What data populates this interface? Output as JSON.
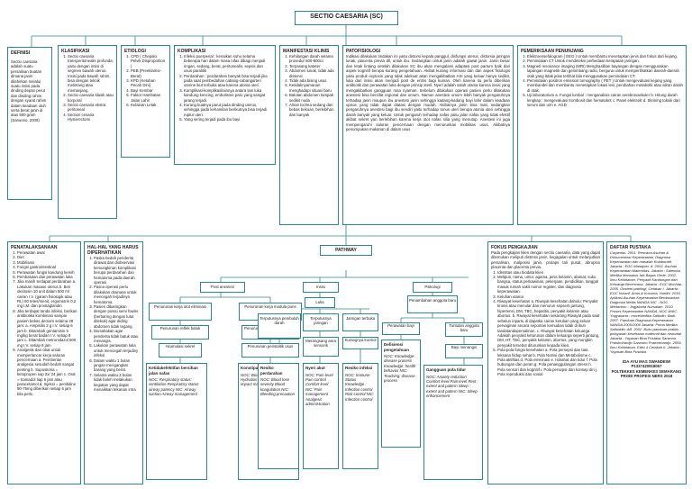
{
  "title": "SECTIO CAESARIA (SC)",
  "definisi": {
    "head": "DEFINISI",
    "text": "Sectio caesaria adalah suatu persalinan buatan dimana janin dilahirkan melalui suatu insisi pada dinding depan perut dan dinding rahim dengan syarat rahim dalam keadaan utuh serta berat janin di atas 500 gram (Sarwono, 2009)"
  },
  "klasifikasi": {
    "head": "KLASIFIKASI",
    "items": [
      "Sectio caesaria transperitonealis profunda; yaitu dengan insisi di segmen bawah uterus. Insisi pada bawah rahim, bisa dengan teknik melintang atau memanjang.",
      "Sectio caesaria klasik atau korporal",
      "Sectio caesaria ekstra peritoneal",
      "Section cesaria Hysterectomi"
    ]
  },
  "etiologi": {
    "head": "ETIOLOGI",
    "items": [
      "CPD ( Chepalo Pelvik Disproportion )",
      "PEB (Preeklamsi-Berat)",
      "KPD (Ketuban Pecah Dini)",
      "Bayi Kembar",
      "Faktor Hambatan Jalan Lahir",
      "Kelainan Letak"
    ]
  },
  "komplikasi": {
    "head": "KOMPLIKASI",
    "items": [
      "Infeksi puerperial : kenaikan suhu selama beberapa hari dalam masa nifas dibagi menjadi ringan, sedang, berat, peritonealis, sepsis dan usus paralitik",
      "Perdarahan : perdarahan banyak bisa terjadi jika pada saat pembedahan cabang-cabangarteri uterine ikut terbuka atau karena atonia uteri.",
      "Komplikasi-komplikasilainnya antara lain luka kandung kencing, embolisme paru yang sangat jarang terjadi.",
      "Kurang kuatnya parut pada dinding uterus, sehingga pada kehamilan berikutnya bisa terjadi ruptur uteri.",
      "Yang sering terjadi pada ibu bayi"
    ]
  },
  "manifestasi": {
    "head": "MANIFESTASI KLINIS",
    "items": [
      "Kehilangan darah selama prosedur 600-800cc",
      "Terpasang kateter",
      "Abdomen lunak, tidak ada distensi",
      "Tidak ada bising usus",
      "Ketidaknyamanan menghadapi situasi baru",
      "Balutan abdomen tampak sedikit noda",
      "Aliran lochea sedang dan bebas bekuan, berlebihan dan banyak"
    ]
  },
  "patofisiologi": {
    "head": "PATOFISIOLOGI",
    "text": "Indikasi dilakukan tindakan ini yaitu distorsi kepala panggul, disfungsi uterus, distorsia jaringan lunak, placenta previa dll, untuk ibu. Sedangkan untuk janin adalah gawat janin. Janin besar dan letak lintang setelah dilakukan SC ibu akan mengalami adaptasi post partum baik dari aspek kognitif berupa kurang pengetahuan. Akibat kurang informasi dan dari aspek fisiologis yaitu produk oxytosin yang tidak adekuat akan mengakibatkan ASI yang keluar hanya sedikit, luka dari insisi akan menjadi post de entris bagi kuman. Oleh karena itu perlu diberikan antibiotik dan perawatan luka dengan prinsip steril. Nyeri adalah salah utama karena insisi yang mengakibatkan gangguan rasa nyaman. Sebelum dilakukan operasi pasien perlu dilakukan anestesi bisa bersifat regional dan umum. Namun anestesi umum lebih banyak pengaruhnya terhadap janin maupun ibu anestesi janin sehingga kadang-kadang bayi lahir dalam keadaan upnoe yang tidak dapat diatasi dengan mudah. Akibatnya janin bisa mati, sedangkan pengaruhnya anestesi bagi ibu sendiri yaitu terhadap tonus uteri berupa atonia uteri sehingga darah banyak yang keluar. Untuk pengaruh terhadap nafas yaitu jalan nafas yang tidak efektif akibat sekret yan berlebihan karena kerja otot nafas silia yang menutup. Anestesi ini juga mempengaruhi saluran pencernaan dengan menurunkan mobilitas usus. Akibatnya penumpukan makanan di dalam usus"
  },
  "penunjang": {
    "head": "PEMERIKSAAN PENUNJANG",
    "items": [
      "Elektroensefalogram ( EEG ) Untuk membantu menetapkan jenis dan fokus dari kejang.",
      "Pemindaian CT Untuk mendeteksi perbedaan kerapatan jaringan.",
      "Magneti resonance imaging (MRI) Menghasilkan bayangan dengan menggunakan lapangan magnetik dan gelombang radio, berguna untuk memperlihatkan daerah-daerah otak yang itdak jelas terlihat bila menggunakan pemindaian CT.",
      "Pemindaian positron emission tomography ( PET ) Untuk mengevaluasi kejang yang membandel dan membantu menetapkan lokasi lesi, perubahan metabolik atau aliran darah di otak.",
      "Uji laboratorium a. Fungsi lumbal : menganalisis cairan serebrovaskuler b. Hitung darah lengkap : mengevaluasi trombosit dan hematokrit c. Panel elektrolit d. Skrining toksik dari serum dan urin e. AGD"
    ]
  },
  "penatalaksanaan": {
    "head": "PENATALAKSANAAN",
    "items": [
      "Perawatan awal",
      "Diet",
      "Mobilisasi",
      "Fungsi gastrointestinal",
      "Perawatan fungsi kandung kemih",
      "Pembalutan dan perawatan luka",
      "Jika masih terdapat perdarahan a. Lakukan masase uterus b. Beri oksitosin 10 unit dalam 500 ml cairan I.V. (garam fisiologik atau RL) 60 tetes/menit, ergometrin 0,2 mg I.M. dan prostaglandin",
      "Jika terdapat tanda infeksi, berikan antibiotika kombinasi sampai pasien bebas demam selama 48 jam: a. Ampisilin 2 g I.V. setiap 6 jam b. Ditambah gentamisin 5 mg/kg berat badan I.V. setiap 8 jam c. Ditambah metronidazol 500 mg I.V. setiap 8 jam",
      "Analgesik dan obat untuk memperlancar kerja saluran pencernaan a. Pemberian analgesia sesudah bedah sangat penting b. Supositoria = ketopropen sup 2x/ 24 jam c. Oral = tramadol tiap 6 jam atau paracetamol d. Injeksi = penitidine 90-75mg diberikan setiap 6 jam bila perlu"
    ]
  },
  "hal": {
    "head": "HAL-HAL YANG HARUS DIPERHATIKAN",
    "items": [
      "Paska bedah penderita dirawat dan diobservasi kemungkinan komplikasi berupa perdarahan dan hematoma pada daerah operasi",
      "Pasca operasi perlu dilakukan drainase untuk mencegah terjadinya hematoma.",
      "Pasien dibaringkan dengan posisi semi fowler (berbaring dengan lutut ditekuk) agar diding abdomen tidak tegang.",
      "Diusahakan agar penderita tidak batuk atau menangis.",
      "Lakukan perawatan luka untuk mencegah terjadiny infeksi",
      "Dalam waktu 1 bulan jangan mengangkat barang yang berat.",
      "Selama waktu 3 bulan tidak boleh melakukan kegiatan yang dapat menaikkan tekanan intra"
    ]
  },
  "pathway": {
    "head": "PATHWAY",
    "post_anestesi": "Post anestesi",
    "insisi": "Insisi",
    "psikologi": "Psikologi",
    "kerja_otot": "Penurunan kerja otot eliminasi",
    "kerja_otot2": "Penurunan kerja modula pons",
    "reflek": "Penurunan reflek batuk",
    "kerja_otot3": "Penurunan kerja otot eliminasi",
    "akumulasi": "Akumulasi sekret",
    "peristaltik": "Penurunan peristaltik usus",
    "luka": "Luka",
    "terputusnya": "Terputusnya pembuluh darah",
    "terputusnya2": "Terputusnya jaringan",
    "jaringan": "Jaringan terbuka",
    "merangsang": "Merangsang area sensorik",
    "kurang": "Kurangnya kontrol",
    "penambahan": "Penambahan anggota baru",
    "perawatan_bayi": "Perawatan bayi",
    "tuntutan": "Tuntutan anggota baru",
    "bayi": "Bayi menangis",
    "bersihan": "Ketidakefektifan bersihan jalan nafas",
    "bersihan_noc": "NOC: Respiratory status: ventilation Respiratory status: airway patency NIC: Airway suction Airway management",
    "konstipasi": "Konstipasi",
    "konstipasi_noc": "NOC: Bowel elimination Hydration NIC: Constipation / impact management",
    "resiko": "Resiko perdarahan",
    "resiko_noc": "NOC: Blood lose severity Blood koagulation NIC: Bleeding precaution",
    "nyeri": "Nyeri akut",
    "nyeri_noc": "NOC: Pain level Pain control Comfort level NIC: Pain management Analgesic administration",
    "infeksi": "Resiko infeksi",
    "infeksi_noc": "NOC: Immune Status Knowledge : Infection control Risk control NIC: Infection control",
    "defisiensi": "Defisiensi pengetahuan",
    "defisiensi_noc": "NOC: Knowledge: disease process Knowledge: health behavior NIC: Teaching: disease process",
    "gangguan": "Gangguan pola tidur",
    "gangguan_noc": "NOC: Anxiety reduction Comfort level Pain level Rest : extent and pattern Sleep : extent and pattern NIC: Sleep enhancement"
  },
  "fokus": {
    "head": "FOKUS PENGKAJIAN",
    "text": "Pada pengkajian klien dengan sectio caesaria, data yang dapat ditemukan meliputi distress janin, kegagalan untuk melanjutkan persalinan, malposisi janin, prolaps tali pusat, abrupsio placenta dan placenta previa.",
    "items": [
      "Identitas atau biodata klien",
      "Meliputi, nama, umur, agama, jenis kelamin, alamat, suku bangsa, status perkawinan, pekerjaan, pendidikan, tanggal masuk rumah sakit nomor register, dan diagnosa keperawatan.",
      "Keluhan utama",
      "Riwayat kesehatan a. Riwayat kesehatan dahulu: Penyakit kronis atau menular dan menurun sepserti jantung, hipertensi, DM, TBC, hepatitis, penyakit kelamin atau abortus. b. Riwayat kesehatan sekarang Riwayat pada saat sebelun inpartu di dapatka cairan ketuban yang keluar pervaginan secara sepontan kemudian tidak di ikuti tandatandapersalinan. c. Riwayat kesehatan keluarga Adakah penyakit keturunan dalam keluarga seperti jantung, DM, HT, TBC, penyakit kelamin, abortus, yang mungkin penyakit tersebut diturunkan kepada klien.",
      "Pola-pola fungsi kesehatan a. Pola persepsi dan tata leksana hidup sehat b. Pola Nutrisi dan Metabolisme c. Pola aktifitas d. Pola eleminasi e. Istirahat dan tidur f. Pola hubungan dan peran g. Pola penanggulangan stress h. Pola sensori dan kognitif i. Pola persepsi dan konsep diri j. Pola reproduksi dan sosial"
    ]
  },
  "pustaka": {
    "head": "DAFTAR PUSTAKA",
    "text": "Carpenito. 2001. Rencana Asuhan & Dokumentasi Keperawatan, Diagnosa Keperawatan dan masalah Kolaboratif. Jakarta : EGC Manajoer, A. 2002. Asuhan Keperawatan Maternitas. Jakarta : Salemba Medika Manuaba, Ida Bagus Gede. 2002. Ilmu Kebidanan, Penyakit Kandungan dan Keluarga Berencana. Jakarta : EGC Mochtar. 2005. Obstetri patologi, Cetakan I. Jakarta : EGC Nurarif, Amin & Kusuma, Hardhi. 2015. Aplikasi Asuhan Keperawatan Berdasarkan Diagnosa Medis NANDA NIC - NOC. Medaction : Jogjakarta Nursalam. 2010. Proses Keperawatan NANDA, NOC &NIC. Yogyakarta : moceMedika Saifudin, Badi. 2007. Panduan Diagnosa Keperawatan NANDA 2005/2006 Jakarta: Prima Medika Saifuddin, AB. 2002. Buku panduan praktis pelayanan kesehatan maternal dan neonatal. Jakarta : Yayasan Bina Pustaka Sarwono Prawirohardjo Sarwono Prawirohardjo. 2009. Ilmu Kebidanan. Edisi 4 Cetakan II. Jakarta : Yayasan Bina Pustaka",
    "author": "IDA AYU MAS SWANDEWI",
    "nim": "P1337420918067",
    "school": "POLTEKKES KEMENKES SEMARANG",
    "prodi": "PRODI PROFESI NERS 2018"
  }
}
